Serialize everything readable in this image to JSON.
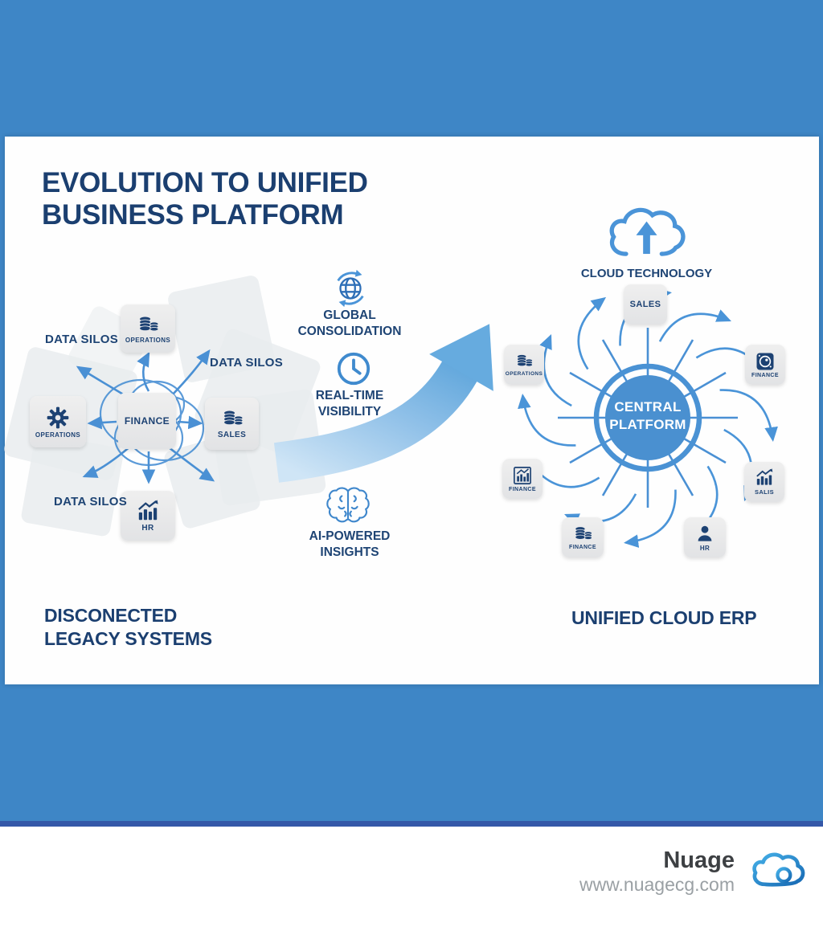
{
  "title": {
    "line1": "EVOLUTION TO UNIFIED",
    "line2": "BUSINESS PLATFORM"
  },
  "left": {
    "data_silos": [
      "DATA SILOS",
      "DATA SILOS",
      "DATA SILOS"
    ],
    "nodes": [
      {
        "label": "OPERATIONS",
        "icon": "database-icon"
      },
      {
        "label": "FINANCE",
        "icon": ""
      },
      {
        "label": "OPERATIONS",
        "icon": "gear-icon"
      },
      {
        "label": "SALES",
        "icon": "database-icon"
      },
      {
        "label": "HR",
        "icon": "bar-chart-icon"
      }
    ],
    "heading_line1": "DISCONECTED",
    "heading_line2": "LEGACY SYSTEMS"
  },
  "middle": {
    "features": [
      {
        "icon": "globe-sync-icon",
        "line1": "GLOBAL",
        "line2": "CONSOLIDATION"
      },
      {
        "icon": "clock-icon",
        "line1": "REAL-TIME",
        "line2": "VISIBILITY"
      },
      {
        "icon": "brain-icon",
        "line1": "AI-POWERED INSIGHTS",
        "line2": ""
      }
    ]
  },
  "right": {
    "cloud_label": "CLOUD TECHNOLOGY",
    "hub": {
      "line1": "CENTRAL",
      "line2": "PLATFORM"
    },
    "satellites": [
      {
        "label": "SALES",
        "icon": ""
      },
      {
        "label": "OPERATIONS",
        "icon": "database-icon"
      },
      {
        "label": "FINANCE",
        "icon": "gauge-icon"
      },
      {
        "label": "FINANCE",
        "icon": "chart-frame-icon"
      },
      {
        "label": "SALIS",
        "icon": "bar-chart-icon"
      },
      {
        "label": "FINANCE",
        "icon": "database-icon"
      },
      {
        "label": "HR",
        "icon": "person-icon"
      }
    ],
    "heading": "UNIFIED CLOUD ERP"
  },
  "footer": {
    "brand": "Nuage",
    "website": "www.nuagecg.com"
  },
  "colors": {
    "background_blue": "#3e86c6",
    "divider_navy": "#3558a8",
    "text_navy": "#1c4076",
    "arrow_blue": "#4a94d8",
    "hub_blue": "#4a90d0",
    "box_gray": "#e8e9eb",
    "logo_blue": "#2f9ad9"
  }
}
